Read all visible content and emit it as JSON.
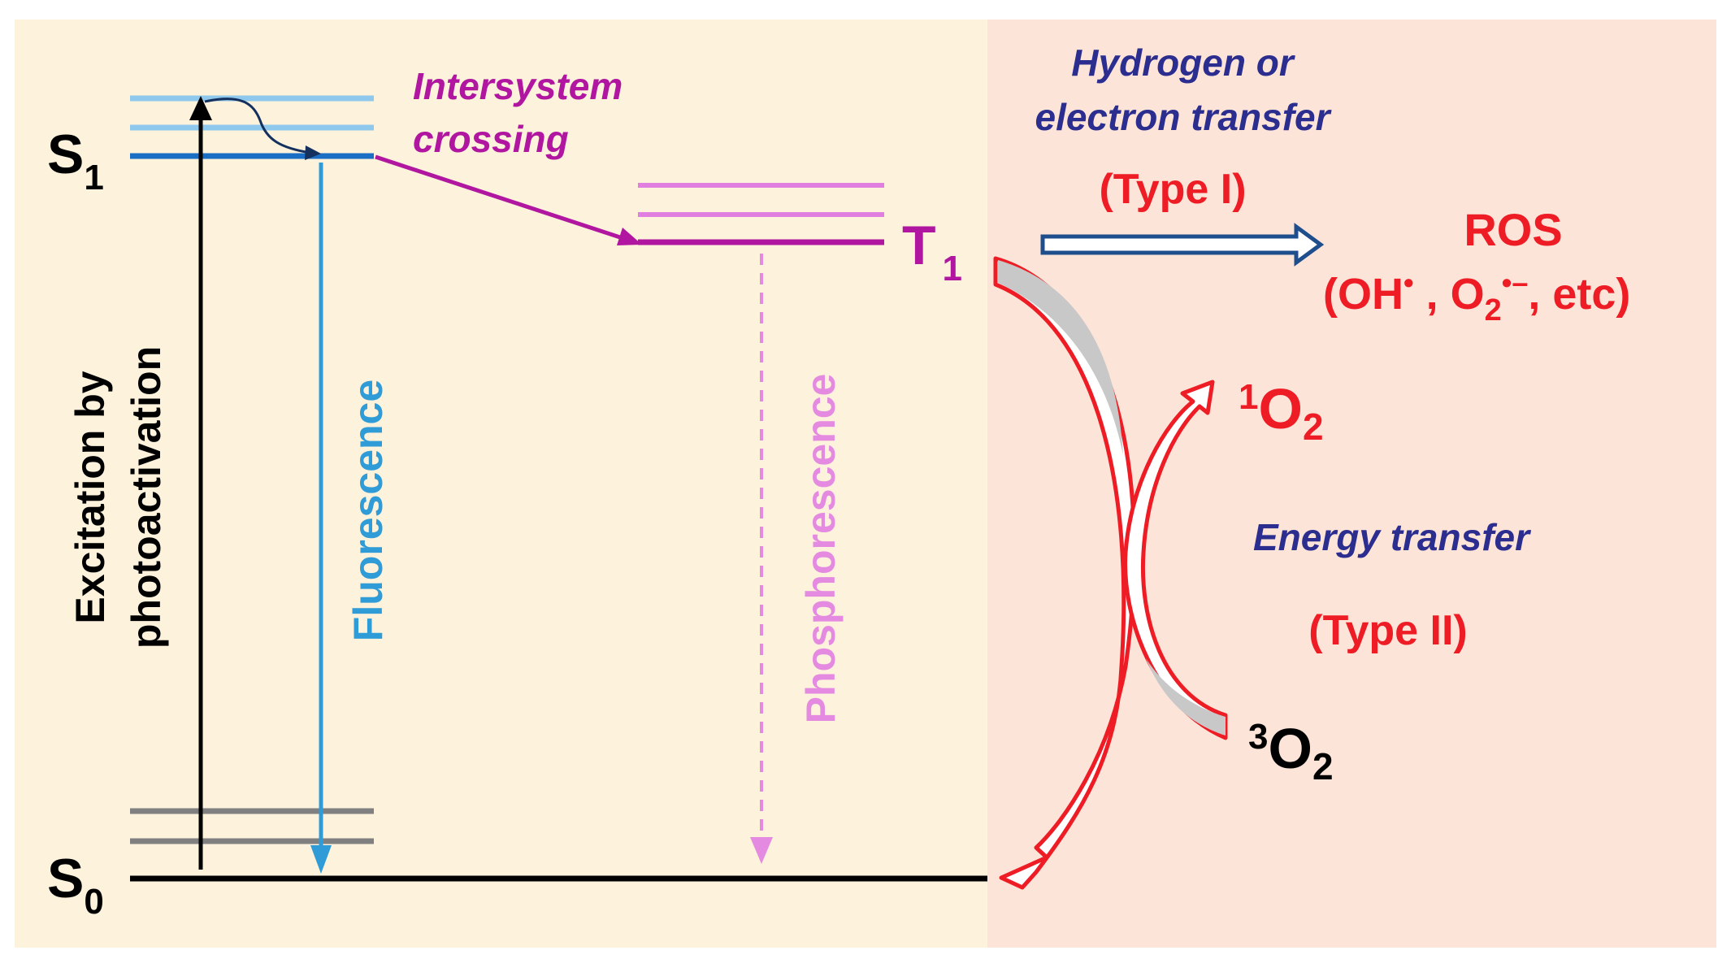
{
  "colors": {
    "panel_left": "#fdf2dc",
    "panel_right": "#fde4d8",
    "black": "#000000",
    "s1_light": "#8ec8ec",
    "s1_dark": "#1a6fc4",
    "fluorescence": "#2f9cd8",
    "isc": "#b0169f",
    "t1_light": "#e07fe0",
    "phosphorescence": "#e48ae0",
    "s0_vib": "#808080",
    "navy": "#2b2e8f",
    "red": "#ee1c24",
    "type1_arrow": "#1f4e8c",
    "gray_fill": "#c8c8c8"
  },
  "labels": {
    "s1_main": "S",
    "s1_sub": "1",
    "s0_main": "S",
    "s0_sub": "0",
    "t1_main": "T",
    "t1_sub": "1",
    "isc_line1": "Intersystem",
    "isc_line2": "crossing",
    "excitation_line1": "Excitation by",
    "excitation_line2": "photoactivation",
    "fluorescence": "Fluorescence",
    "phosphorescence": "Phosphorescence",
    "hydrogen_line1": "Hydrogen or",
    "hydrogen_line2": "electron transfer",
    "type1": "(Type I)",
    "ros": "ROS",
    "ros_open": "(OH",
    "ros_dot": "•",
    "ros_comma": " , O",
    "ros_sub": "2",
    "ros_radical": "•–",
    "ros_close": ", etc)",
    "singlet_sup": "1",
    "singlet_main": "O",
    "singlet_sub": "2",
    "energy_transfer": "Energy transfer",
    "type2": "(Type II)",
    "triplet_sup": "3",
    "triplet_main": "O",
    "triplet_sub": "2"
  }
}
